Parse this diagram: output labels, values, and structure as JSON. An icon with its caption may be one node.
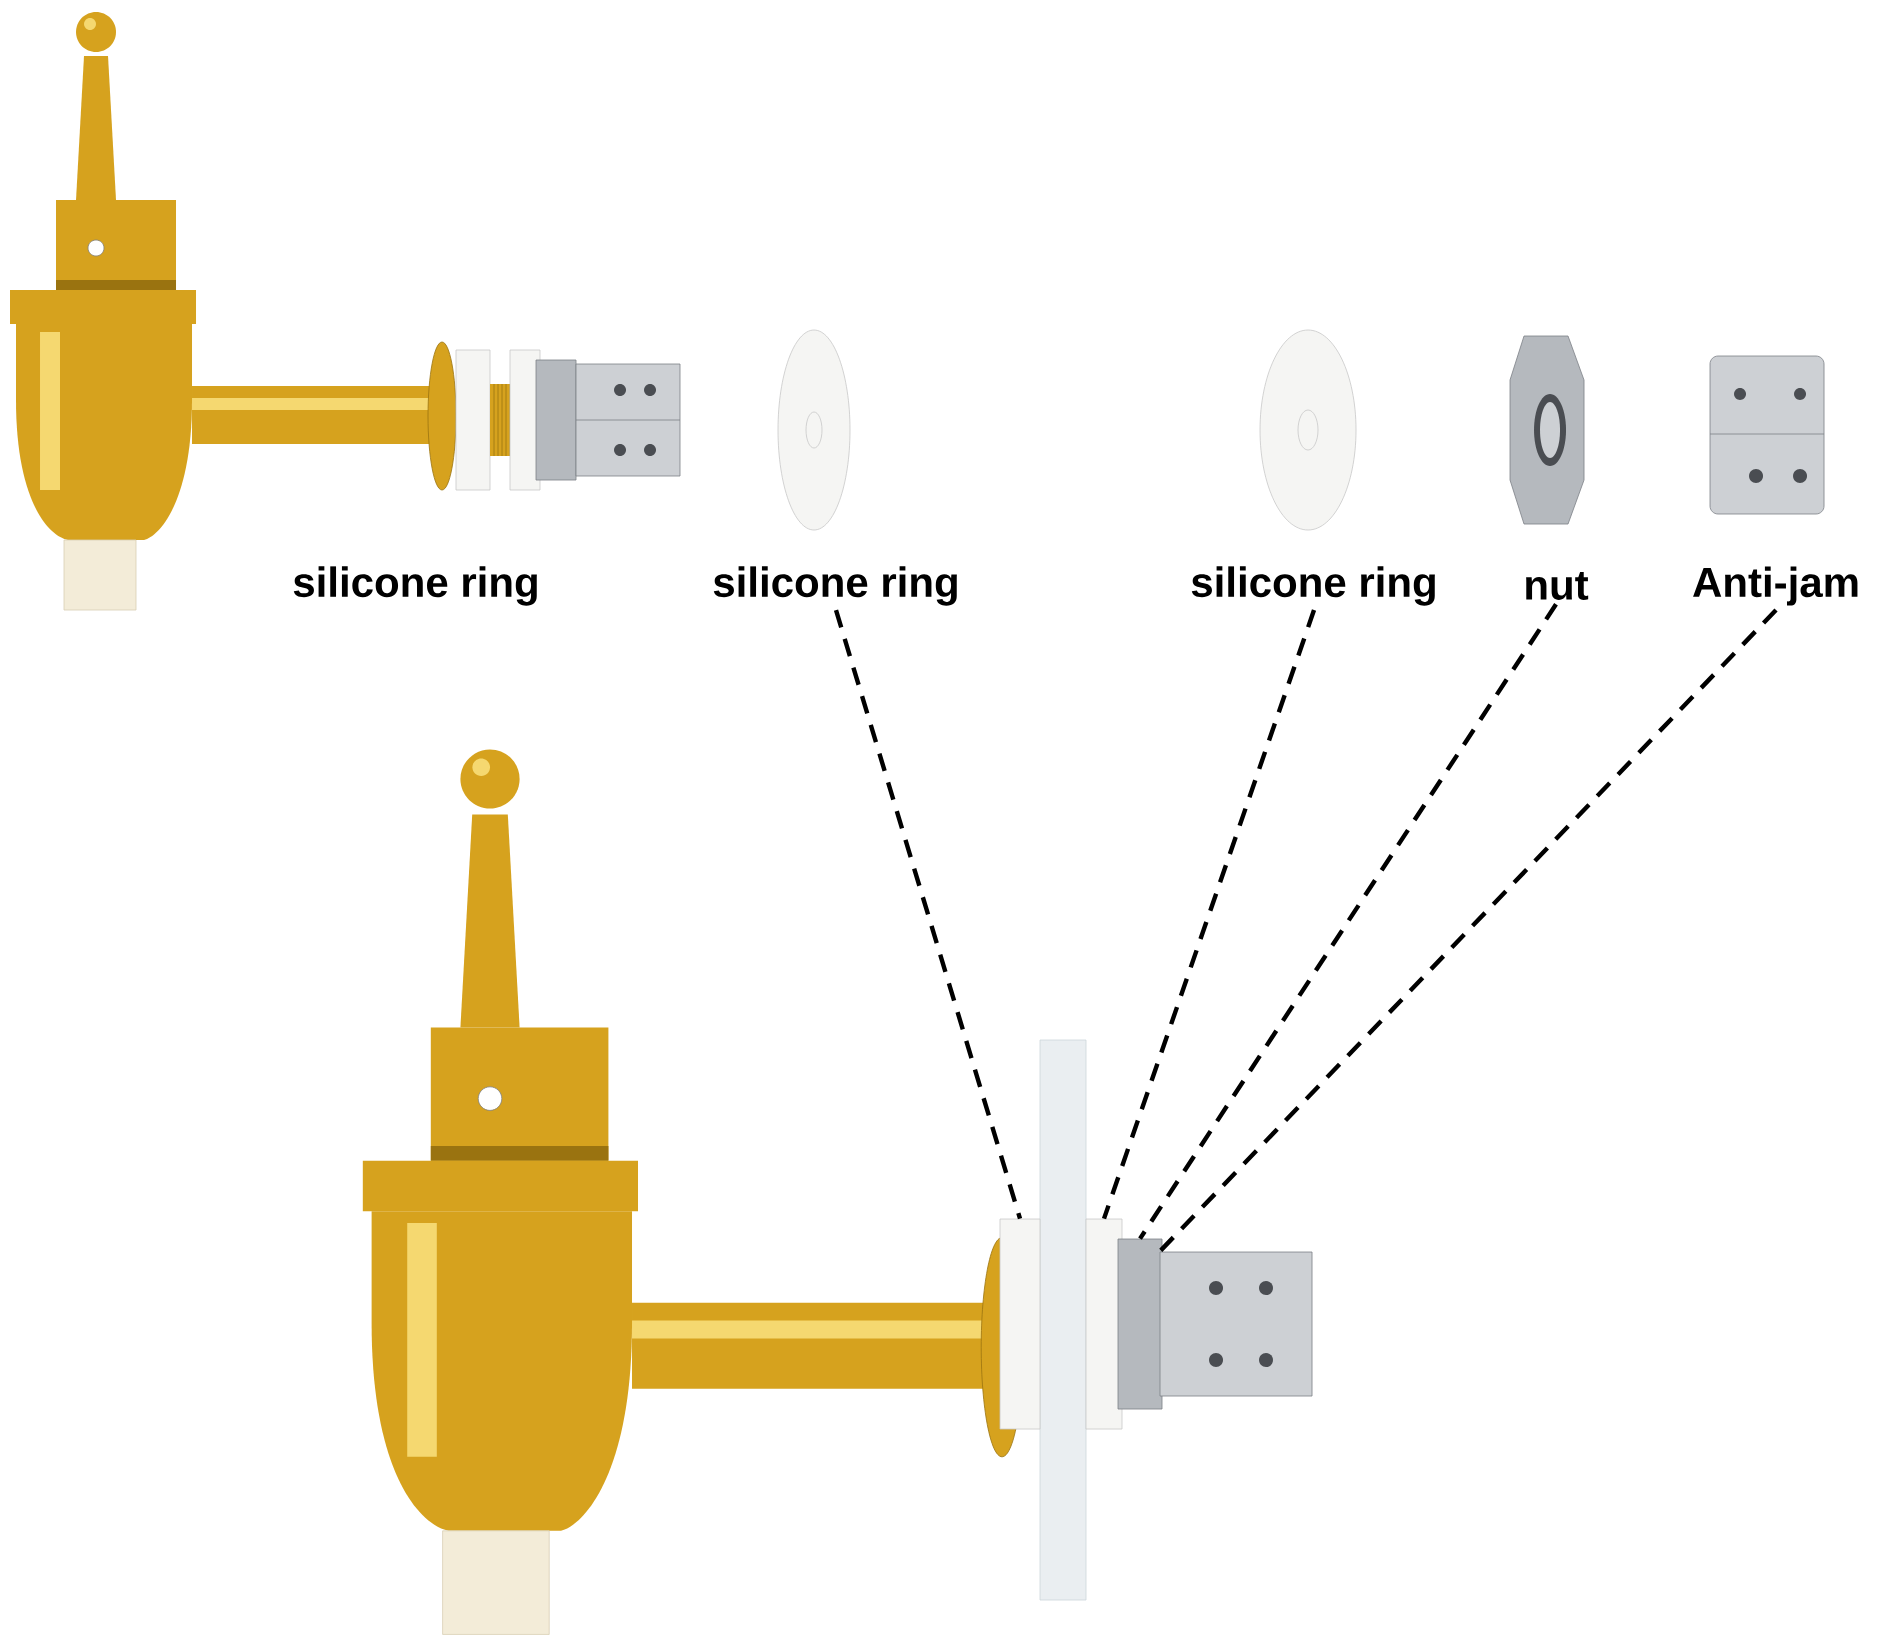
{
  "diagram": {
    "nodes": [
      {
        "text": [
          "silicone ring"
        ]
      },
      {
        "text": [
          "silicone ring"
        ]
      },
      {
        "text": [
          "nut"
        ]
      },
      {
        "text": [
          "Anti-jam"
        ]
      },
      {
        "text": [],
        "shape": "box"
      },
      {
        "text": [],
        "shape": "box"
      },
      {
        "text": [],
        "shape": "box"
      },
      {
        "text": [],
        "shape": "box"
      }
    ],
    "edges": [
      {
        "from": 0,
        "to": 4,
        "arrow": "none"
      },
      {
        "from": 1,
        "to": 5,
        "arrow": "none"
      },
      {
        "from": 2,
        "to": 6,
        "arrow": "none"
      },
      {
        "from": 3,
        "to": 7,
        "arrow": "none"
      }
    ],
    "labels": [
      "silicone ring"
    ]
  }
}
